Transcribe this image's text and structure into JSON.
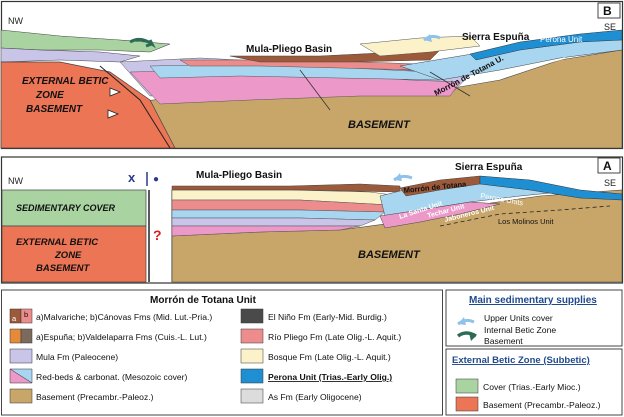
{
  "panel_b": {
    "letter": "B",
    "nw": "NW",
    "se": "SE",
    "basin": "Mula-Pliego Basin",
    "sierra": "Sierra Espuña",
    "perona": "Perona Unit",
    "morron": "Morrón de Totana U.",
    "basement": "BASEMENT",
    "ext_line1": "EXTERNAL BETIC",
    "ext_line2": "ZONE",
    "ext_line3": "BASEMENT"
  },
  "panel_a": {
    "letter": "A",
    "nw": "NW",
    "se": "SE",
    "basin": "Mula-Pliego Basin",
    "sierra": "Sierra Espuña",
    "x_mark": "x",
    "dot_mark": "●",
    "question": "?",
    "sed_cover": "SEDIMENTARY COVER",
    "ext_line1": "EXTERNAL BETIC",
    "ext_line2": "ZONE",
    "ext_line3": "BASEMENT",
    "morron": "Morrón de Totana",
    "perona": "Perona Units",
    "la_santa": "La Santa Unit",
    "techar": "Techar Unit",
    "jaboneros": "Jaboneros Unit",
    "molinos": "Los Molinos Unit",
    "basement": "BASEMENT"
  },
  "legend": {
    "morron_title": "Morrón de Totana Unit",
    "supplies_title": "Main sedimentary supplies",
    "subbetic_title": "External Betic Zone (Subbetic)",
    "swatch_a": "a",
    "swatch_b": "b",
    "items_left": [
      "a)Malvariche; b)Cánovas Fms (Mid. Lut.-Pria.)",
      "a)Espuña; b)Valdelaparra Fms (Cuis.-L. Lut.)",
      "Mula Fm (Paleocene)",
      "Red-beds & carbonat. (Mesozoic cover)",
      "Basement (Precambr.-Paleoz.)"
    ],
    "items_mid": [
      "El Niño Fm (Early-Mid. Burdig.)",
      "Río Pliego Fm (Late Olig.-L. Aquit.)",
      "Bosque Fm (Late Olig.-L. Aquit.)",
      "Perona Unit (Trias.-Early Olig.)",
      "As Fm (Early Oligocene)"
    ],
    "supply_upper": "Upper Units cover",
    "supply_internal_1": "Internal Betic Zone",
    "supply_internal_2": "Basement",
    "subbetic_cover": "Cover (Trias.-Early Mioc.)",
    "subbetic_basement": "Basement (Precambr.-Paleoz.)"
  },
  "colors": {
    "basement_tan": "#c8a66a",
    "ext_basement_red": "#ec7555",
    "cover_green": "#a9d4a2",
    "pink": "#ec98c9",
    "lilac": "#c8c5e9",
    "light_blue": "#a8d6f1",
    "perona_blue": "#1f8fd3",
    "rio_pliego": "#ec8c8c",
    "bosque": "#fbf2c9",
    "as_gray": "#dcdcdc",
    "el_nino": "#4a4a4a",
    "brown": "#9c5a3a",
    "gray_brown": "#7c6a5c"
  }
}
